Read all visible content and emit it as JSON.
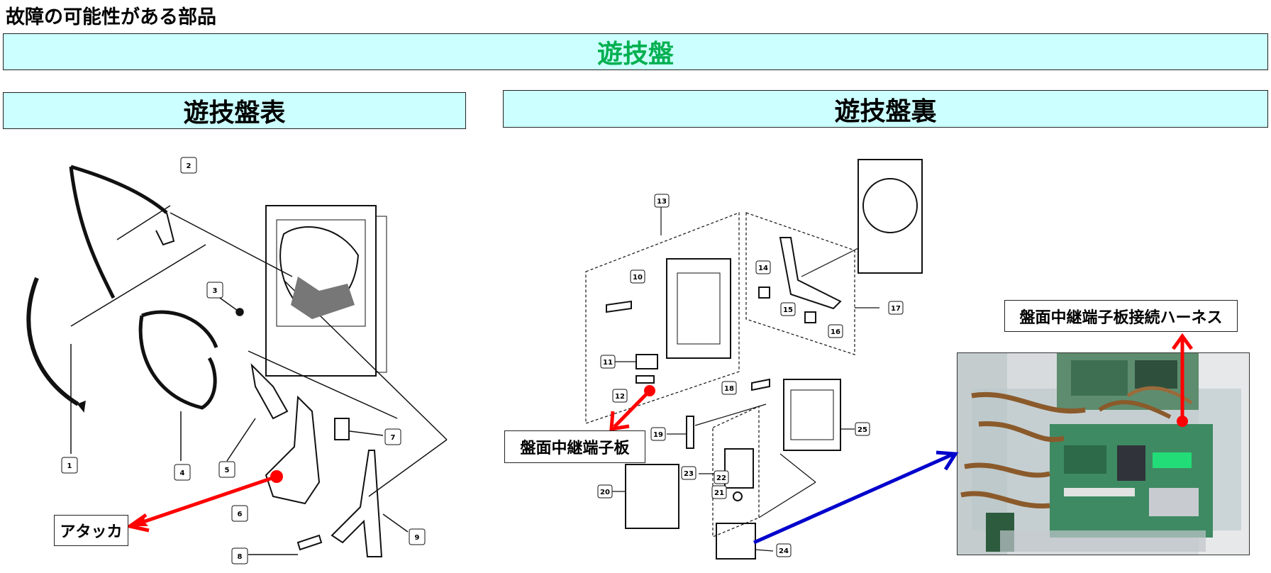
{
  "page": {
    "title": "故障の可能性がある部品"
  },
  "sections": {
    "main_title": "遊技盤",
    "front_title": "遊技盤表",
    "back_title": "遊技盤裏"
  },
  "labels": {
    "attacker": "アタッカ",
    "relay_board": "盤面中継端子板",
    "relay_harness": "盤面中継端子板接続ハーネス"
  },
  "part_numbers": {
    "p1": "1",
    "p2": "2",
    "p3": "3",
    "p4": "4",
    "p5": "5",
    "p6": "6",
    "p7": "7",
    "p8": "8",
    "p9": "9",
    "p10": "10",
    "p11": "11",
    "p12": "12",
    "p13": "13",
    "p14": "14",
    "p15": "15",
    "p16": "16",
    "p17": "17",
    "p18": "18",
    "p19": "19",
    "p20": "20",
    "p21": "21",
    "p22": "22",
    "p23": "23",
    "p24": "24",
    "p25": "25"
  },
  "colors": {
    "band_fill": "#ccffff",
    "main_title": "#00b050",
    "arrow_red": "#ff0000",
    "arrow_blue": "#0000cc"
  }
}
